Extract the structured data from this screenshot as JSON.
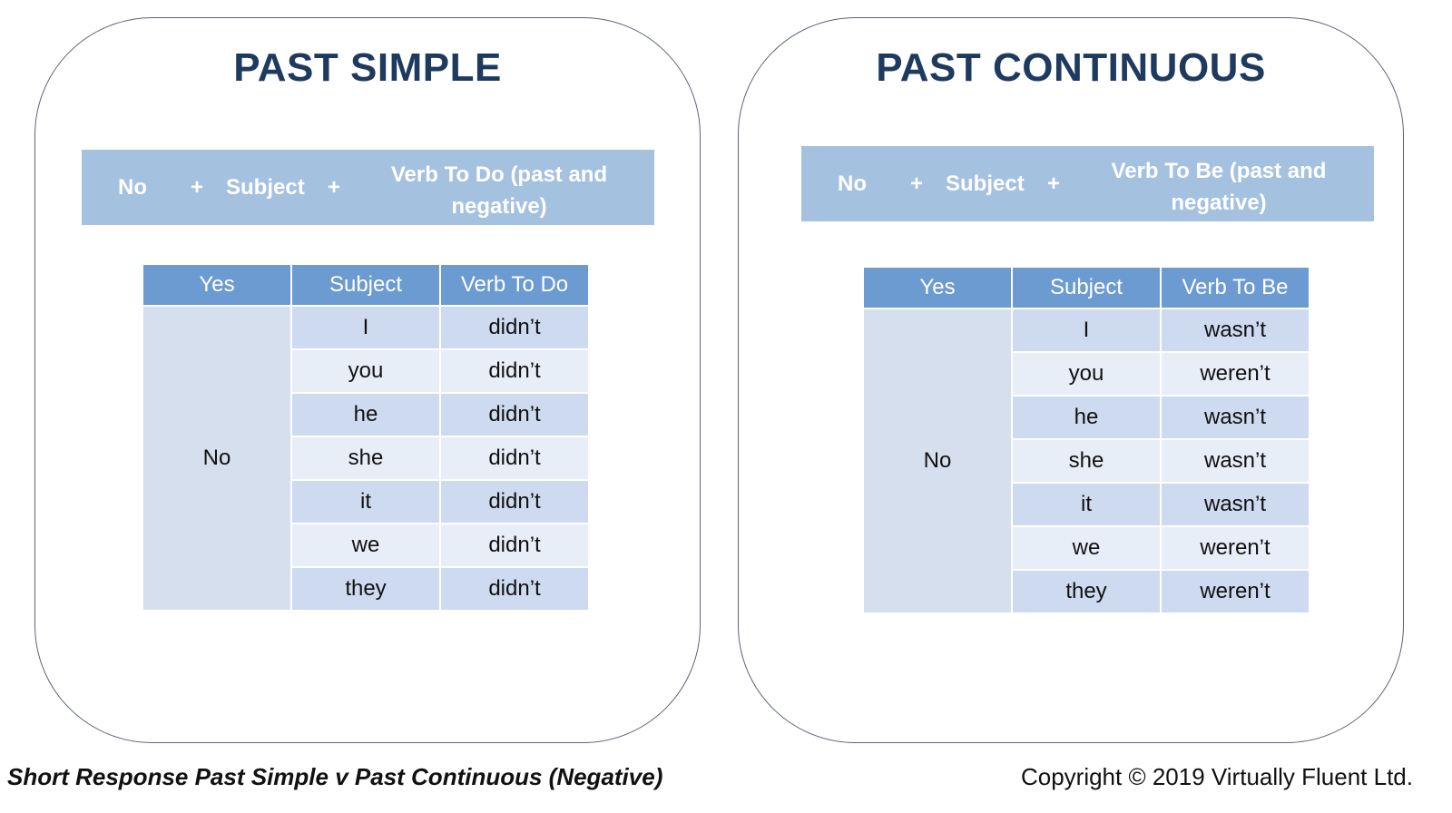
{
  "left": {
    "title": "PAST SIMPLE",
    "formula": {
      "no": "No",
      "plus1": "+",
      "subject": "Subject",
      "plus2": "+",
      "verb": "Verb To Do (past and negative)"
    },
    "table": {
      "headers": [
        "Yes",
        "Subject",
        "Verb To Do"
      ],
      "yes_value": "No",
      "rows": [
        {
          "subject": "I",
          "verb": "didn’t"
        },
        {
          "subject": "you",
          "verb": "didn’t"
        },
        {
          "subject": "he",
          "verb": "didn’t"
        },
        {
          "subject": "she",
          "verb": "didn’t"
        },
        {
          "subject": "it",
          "verb": "didn’t"
        },
        {
          "subject": "we",
          "verb": "didn’t"
        },
        {
          "subject": "they",
          "verb": "didn’t"
        }
      ]
    }
  },
  "right": {
    "title": "PAST CONTINUOUS",
    "formula": {
      "no": "No",
      "plus1": "+",
      "subject": "Subject",
      "plus2": "+",
      "verb": "Verb To Be (past and negative)"
    },
    "table": {
      "headers": [
        "Yes",
        "Subject",
        "Verb To Be"
      ],
      "yes_value": "No",
      "rows": [
        {
          "subject": "I",
          "verb": "wasn’t"
        },
        {
          "subject": "you",
          "verb": "weren’t"
        },
        {
          "subject": "he",
          "verb": "wasn’t"
        },
        {
          "subject": "she",
          "verb": "wasn’t"
        },
        {
          "subject": "it",
          "verb": "wasn’t"
        },
        {
          "subject": "we",
          "verb": "weren’t"
        },
        {
          "subject": "they",
          "verb": "weren’t"
        }
      ]
    }
  },
  "footer": {
    "caption": "Short Response Past Simple v Past Continuous (Negative)",
    "copyright": "Copyright © 2019 Virtually Fluent Ltd."
  }
}
